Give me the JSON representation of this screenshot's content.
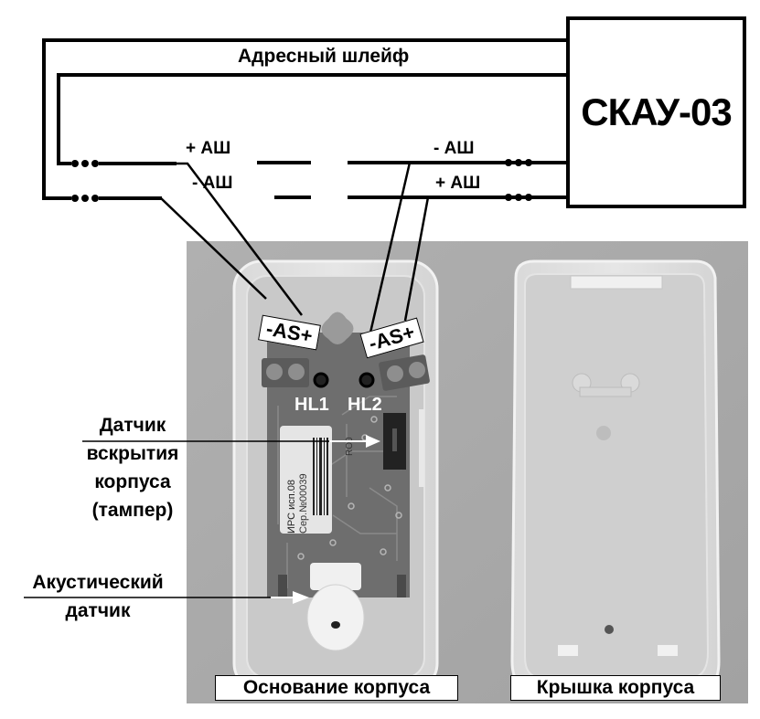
{
  "controller": {
    "name": "СКАУ-03"
  },
  "loop": {
    "label": "Адресный шлейф"
  },
  "wires": {
    "left_top": "+ АШ",
    "left_bottom": "- АШ",
    "right_top": "- АШ",
    "right_bottom": "+ АШ"
  },
  "terminals": {
    "left": "-AS+",
    "right": "-AS+"
  },
  "leds": {
    "hl1": "HL1",
    "hl2": "HL2"
  },
  "callouts": {
    "tamper": [
      "Датчик",
      "вскрытия",
      "корпуса",
      "(тампер)"
    ],
    "acoustic": [
      "Акустический",
      "датчик"
    ]
  },
  "pcb_sticker": {
    "model": "ИРС исп.08",
    "serial": "Сер.№00039",
    "code": "RO0"
  },
  "captions": {
    "base": "Основание корпуса",
    "cover": "Крышка корпуса"
  }
}
